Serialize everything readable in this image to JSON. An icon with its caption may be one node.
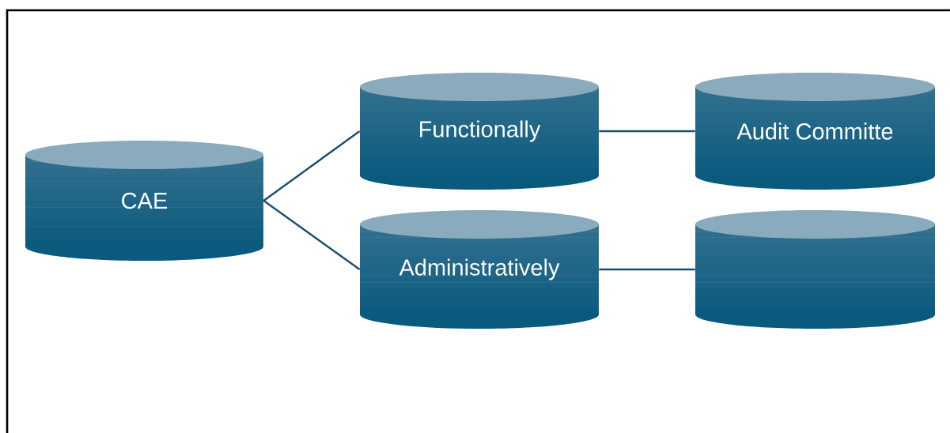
{
  "diagram": {
    "nodes": [
      {
        "text": [
          "CAE"
        ]
      },
      {
        "text": [
          "Functionally"
        ]
      },
      {
        "text": [
          "Audit Committe"
        ]
      },
      {
        "text": [
          "Administratively"
        ]
      },
      {
        "text": [],
        "shape": "cylinder"
      }
    ],
    "edges": [
      {
        "from": 0,
        "to": 1,
        "arrow": "none"
      },
      {
        "from": 0,
        "to": 3,
        "arrow": "none"
      },
      {
        "from": 1,
        "to": 2,
        "arrow": "none"
      },
      {
        "from": 3,
        "to": 4,
        "arrow": "none"
      }
    ]
  }
}
